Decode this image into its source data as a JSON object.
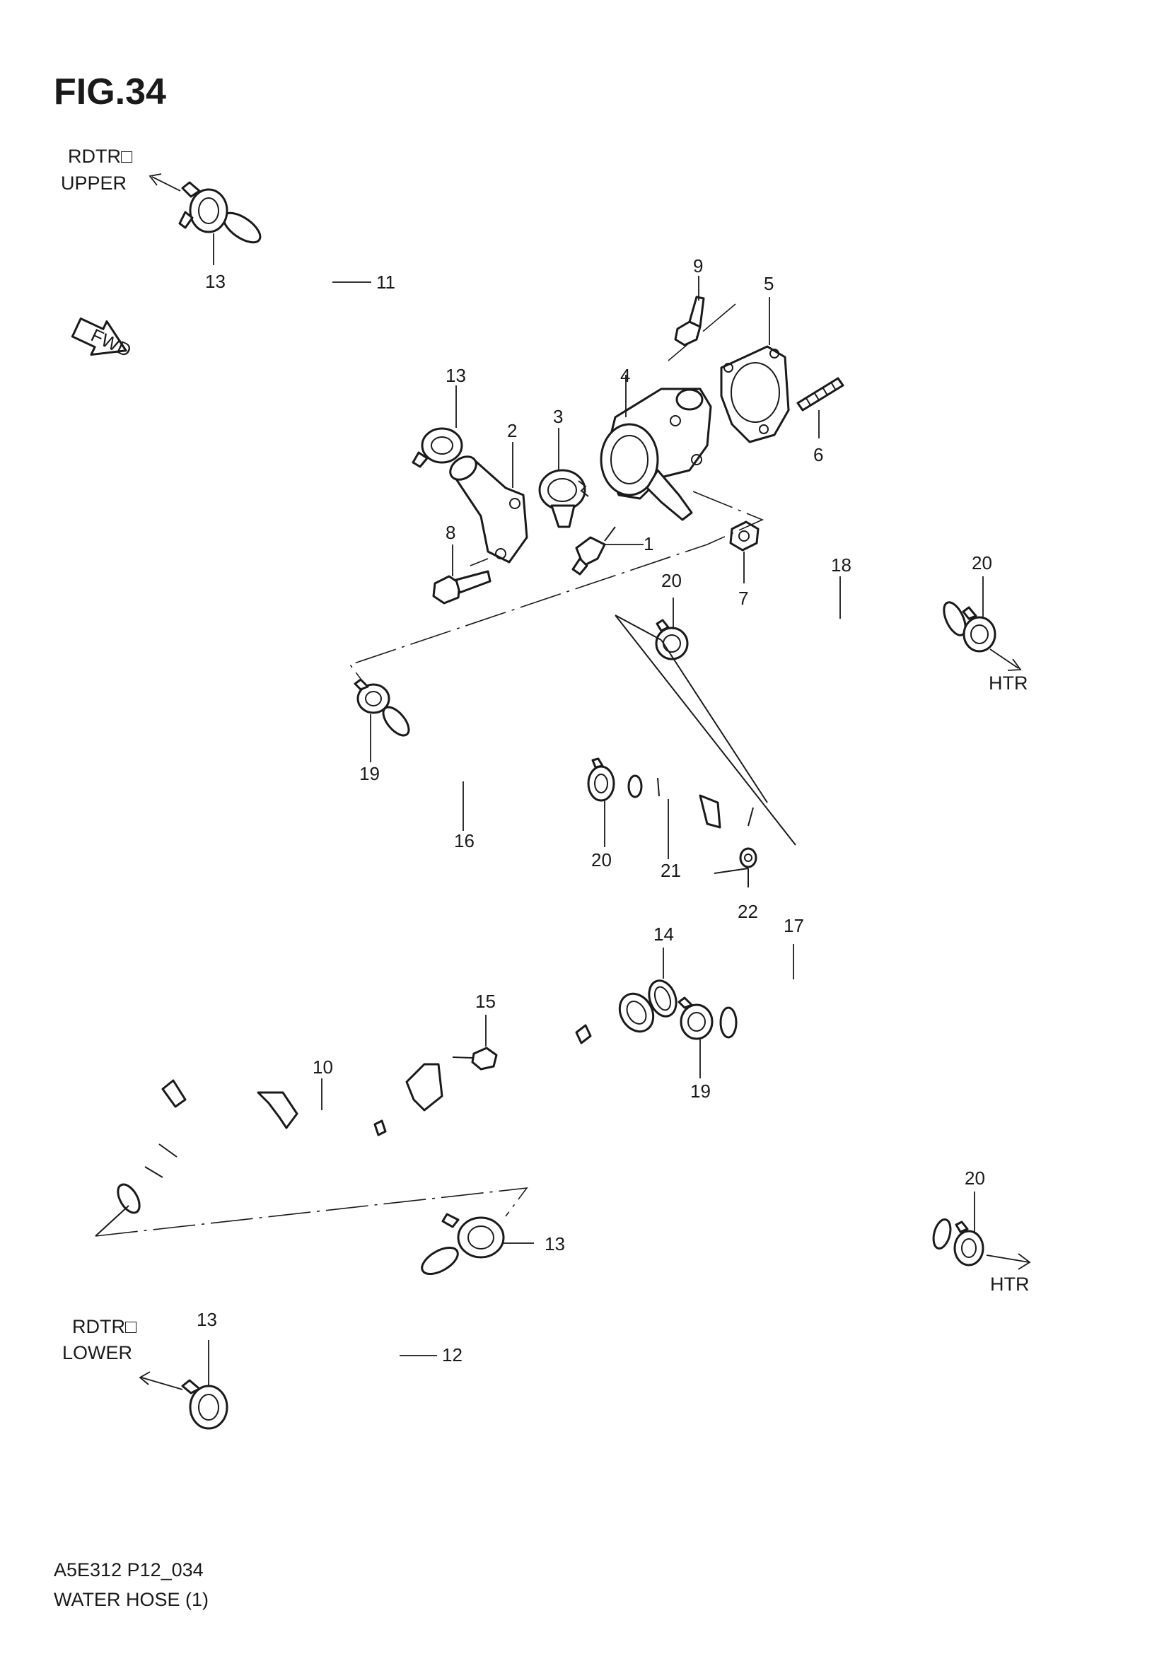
{
  "figure": {
    "title": "FIG.34",
    "footer_code": "A5E312 P12_034",
    "footer_name": "WATER HOSE (1)"
  },
  "labels": {
    "radiator_upper_line1": "RDTR□",
    "radiator_upper_line2": "UPPER",
    "radiator_lower_line1": "RDTR□",
    "radiator_lower_line2": "LOWER",
    "heater_1": "HTR",
    "heater_2": "HTR",
    "forward_arrow": "FWD"
  },
  "callouts": {
    "c1": "1",
    "c2": "2",
    "c3": "3",
    "c4": "4",
    "c5": "5",
    "c6": "6",
    "c7": "7",
    "c8": "8",
    "c9": "9",
    "c10": "10",
    "c11": "11",
    "c12": "12",
    "c13a": "13",
    "c13b": "13",
    "c13c": "13",
    "c13d": "13",
    "c14": "14",
    "c15": "15",
    "c16": "16",
    "c17": "17",
    "c18": "18",
    "c19a": "19",
    "c19b": "19",
    "c20a": "20",
    "c20b": "20",
    "c20c": "20",
    "c20d": "20",
    "c21": "21",
    "c22": "22"
  }
}
